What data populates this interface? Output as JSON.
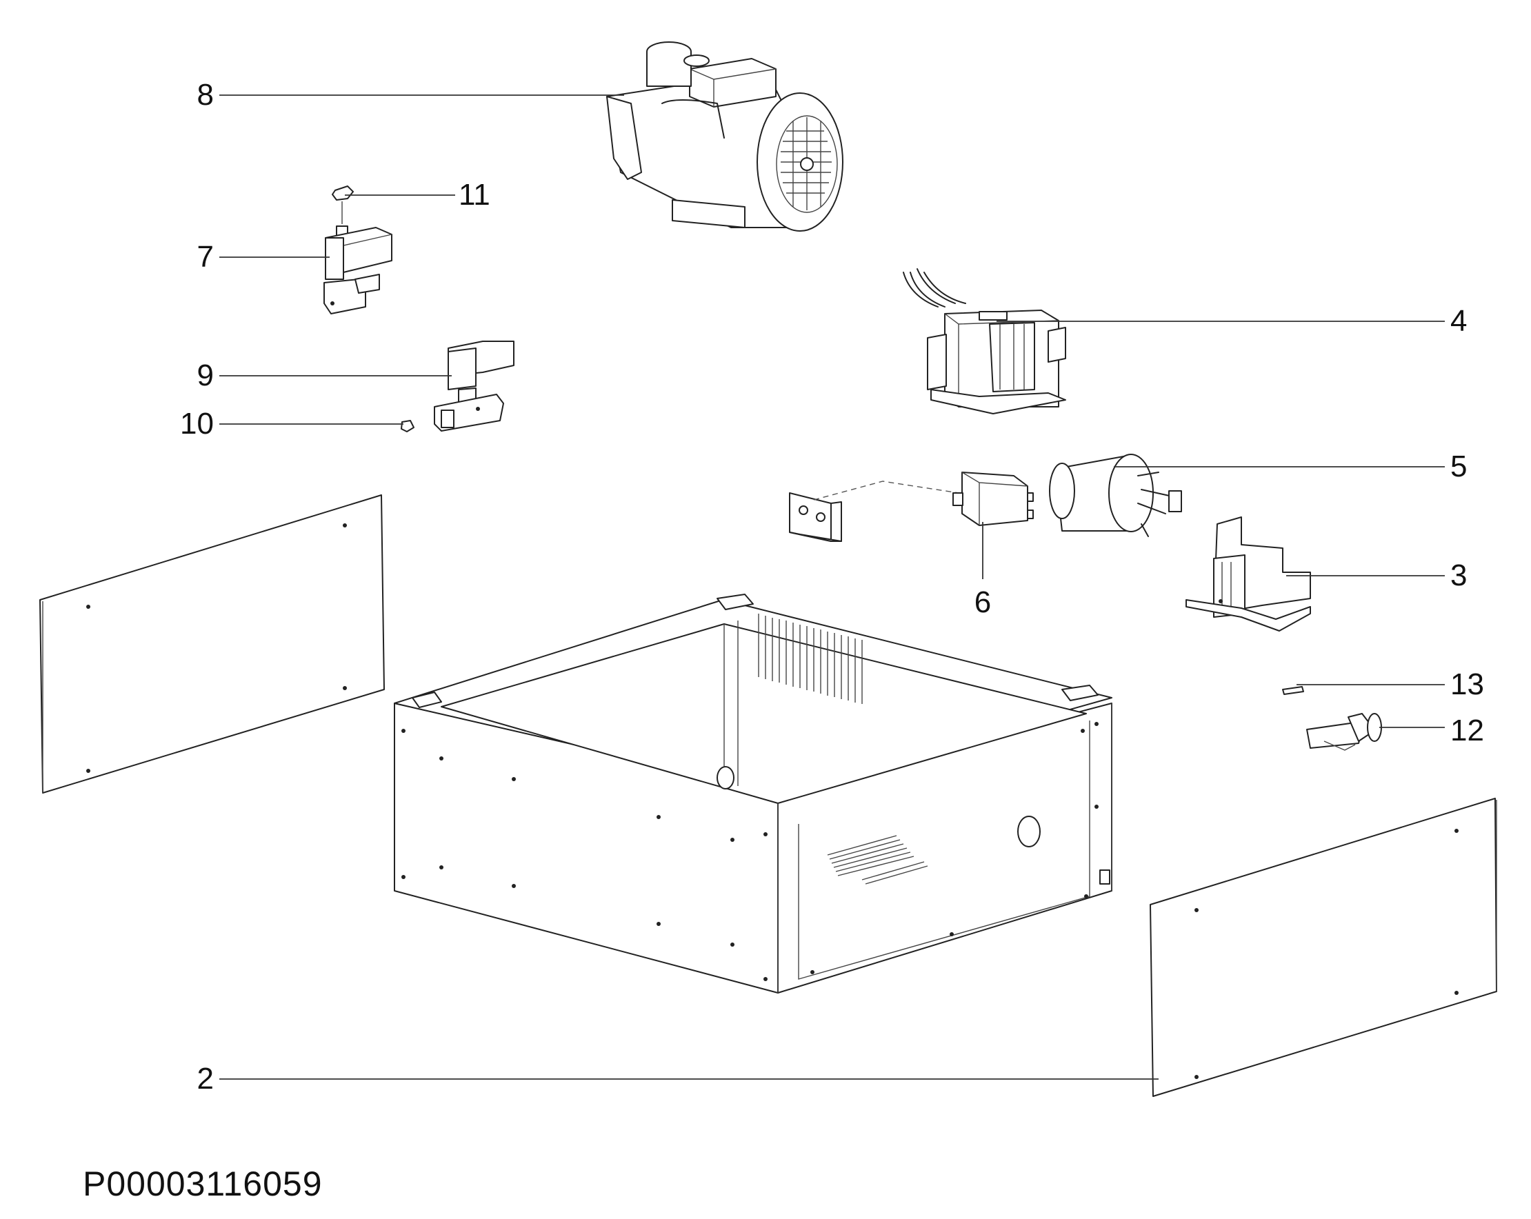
{
  "diagram": {
    "drawing_code": "P00003116059",
    "callouts": [
      {
        "id": "c2",
        "label": "2"
      },
      {
        "id": "c3",
        "label": "3"
      },
      {
        "id": "c4",
        "label": "4"
      },
      {
        "id": "c5",
        "label": "5"
      },
      {
        "id": "c6",
        "label": "6"
      },
      {
        "id": "c7",
        "label": "7"
      },
      {
        "id": "c8",
        "label": "8"
      },
      {
        "id": "c9",
        "label": "9"
      },
      {
        "id": "c10",
        "label": "10"
      },
      {
        "id": "c11",
        "label": "11"
      },
      {
        "id": "c12",
        "label": "12"
      },
      {
        "id": "c13",
        "label": "13"
      }
    ]
  }
}
